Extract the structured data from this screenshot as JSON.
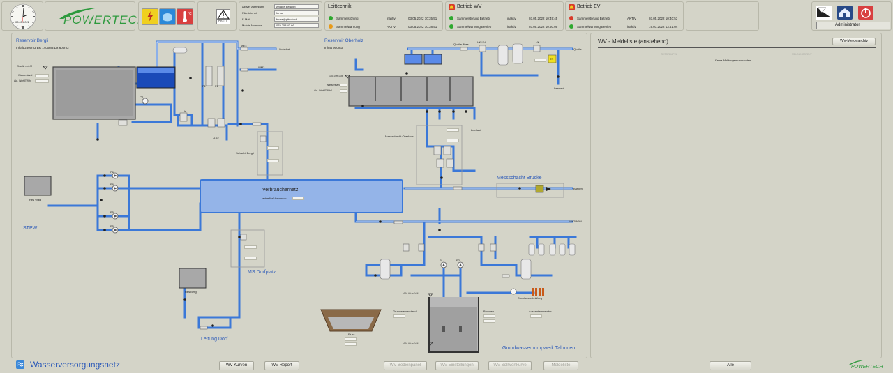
{
  "header": {
    "clock_date": "03.05.2022",
    "logo_text": "POWERTECH",
    "status_icons": [
      {
        "name": "strom-icon",
        "label": "Strom",
        "color": "#f0d020"
      },
      {
        "name": "wasser-icon",
        "label": "Wasser",
        "color": "#2a88d8"
      },
      {
        "name": "temperatur-icon",
        "label": "Temperatur",
        "color": "#d84040"
      }
    ],
    "pikett_icon_label": "PIKETT",
    "contact": {
      "rows": [
        {
          "label": "Aktiver Alarmplan",
          "value": "Anlage Beispiel"
        },
        {
          "label": "Pikettdienst",
          "value": "fenas"
        },
        {
          "label": "E-Mail",
          "value": "fenas@pttech.ch"
        },
        {
          "label": "Mobile Nummer",
          "value": "079 258 43 66"
        }
      ]
    },
    "leittechnik": {
      "title": "Leittechnik:",
      "rows": [
        {
          "color": "#2ea82e",
          "text": "Sammelstörung",
          "status": "inaktiv",
          "time": "03.05.2022 10:35:51"
        },
        {
          "color": "#e89a18",
          "text": "Sammelwarnung",
          "status": "AKTIV",
          "time": "03.05.2022 10:38:51"
        }
      ]
    },
    "betrieb_wv": {
      "title": "Betrieb WV",
      "rows": [
        {
          "color": "#2ea82e",
          "text": "Sammelstörung Betrieb",
          "status": "inaktiv",
          "time": "03.05.2022 10:49:45"
        },
        {
          "color": "#2ea82e",
          "text": "Sammelwarnung Betrieb",
          "status": "inaktiv",
          "time": "03.05.2022 10:50:05"
        }
      ]
    },
    "betrieb_ev": {
      "title": "Betrieb EV",
      "rows": [
        {
          "color": "#d83a2a",
          "text": "Sammelstörung Betrieb",
          "status": "AKTIV",
          "time": "03.05.2022 10:40:53"
        },
        {
          "color": "#2ea82e",
          "text": "Sammelwarnung Betrieb",
          "status": "inaktiv",
          "time": "19.01.2022 13:41:04"
        }
      ]
    },
    "user": "Administrator"
  },
  "diagram": {
    "reservoir_bergli": {
      "title": "Reservoir Bergli",
      "subtitle": "Inhalt 2800m3 BR 1400m3 LR 600m3"
    },
    "reservoir_oberholz": {
      "title": "Reservoir Oberholz",
      "subtitle": "Inhalt 900m3"
    },
    "labels": {
      "swisdorf": "Swisdorf",
      "quelle": "Quelle",
      "quellzufluss": "Quellzufluss",
      "leerlauf_top": "Leerlauf",
      "leerlauf_mid": "Leerlauf",
      "schacht_bergli": "Schacht Bergli",
      "messschacht_oberholz": "Messschacht Oberholz",
      "messschacht_bruecke": "Messschacht Brücke",
      "bargen": "Bargen",
      "wagrom": "WAGROM",
      "verbrauchernetz": "Verbrauchernetz",
      "aktueller_verbrauch": "aktueller Verbrauch",
      "res_wald": "Res Wald",
      "stpw": "STPW",
      "res_berg": "Res Berg",
      "leitung_dorf": "Leitung Dorf",
      "ms_dorfplatz": "MS Dorfplatz",
      "fluss": "Fluss",
      "grundwasserstand": "Grundwasserstand",
      "brunnen": "Brunnen",
      "aussentemperatur": "Aussentemperatur",
      "grundwasserbelueftung": "Grundwasserbelüftung",
      "pumpwerk": "Grundwasserpumpwerk Talboden",
      "ae4": "AE4",
      "wm2": "WM2",
      "lk": "LK",
      "ark": "ARK",
      "vk": "VK",
      "vk_uv": "VK UV",
      "tr": "TR",
      "p1": "P1",
      "p2": "P2",
      "p5": "P5",
      "p6": "P6",
      "wasserstand": "Wasserstand",
      "akt_wert": "Akt. Wert EW/h",
      "akt_wert2": "Akt. Wert EW/h2",
      "ebsolie": "Ebsolie m.ü.M",
      "level_oberholz": "100.0 m.ü.M",
      "level_talboden_top": "444.40 m.ü.M",
      "level_talboden_bot": "444.40 m.ü.M"
    }
  },
  "meldeliste": {
    "title": "WV - Meldeliste (anstehend)",
    "archive_button": "WV-Meldearchiv",
    "columns": [
      "ZEITSTEMPEL",
      "MELDUNGSTEXT"
    ],
    "empty_text": "Keine Meldungen vorhanden"
  },
  "footer": {
    "title": "Wasserversorgungsnetz",
    "buttons": [
      {
        "label": "WV-Kurven",
        "enabled": true
      },
      {
        "label": "WV-Report",
        "enabled": true
      },
      {
        "label": "WV-Bedienpanel",
        "enabled": false
      },
      {
        "label": "WV-Einstellungen",
        "enabled": false
      },
      {
        "label": "WV-Sollwertkurve",
        "enabled": false
      },
      {
        "label": "Meldeliste",
        "enabled": false
      },
      {
        "label": "Alle",
        "enabled": true
      }
    ],
    "logo_text": "POWERTECH"
  }
}
